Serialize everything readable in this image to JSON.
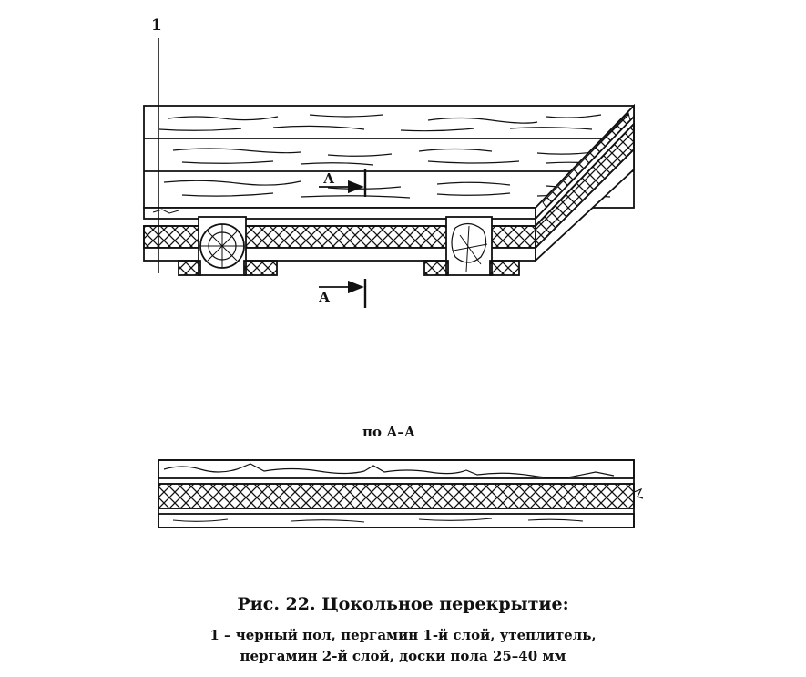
{
  "figure": {
    "callout_1": "1",
    "section_mark_top": "А",
    "section_mark_bottom": "А",
    "section_title": "по А–А"
  },
  "caption": {
    "title": "Рис. 22. Цокольное перекрытие:",
    "line1": "1 – черный пол, пергамин 1-й слой, утеплитель,",
    "line2": "пергамин 2-й слой, доски пола 25–40 мм"
  },
  "colors": {
    "ink": "#111111",
    "paper": "#ffffff"
  }
}
